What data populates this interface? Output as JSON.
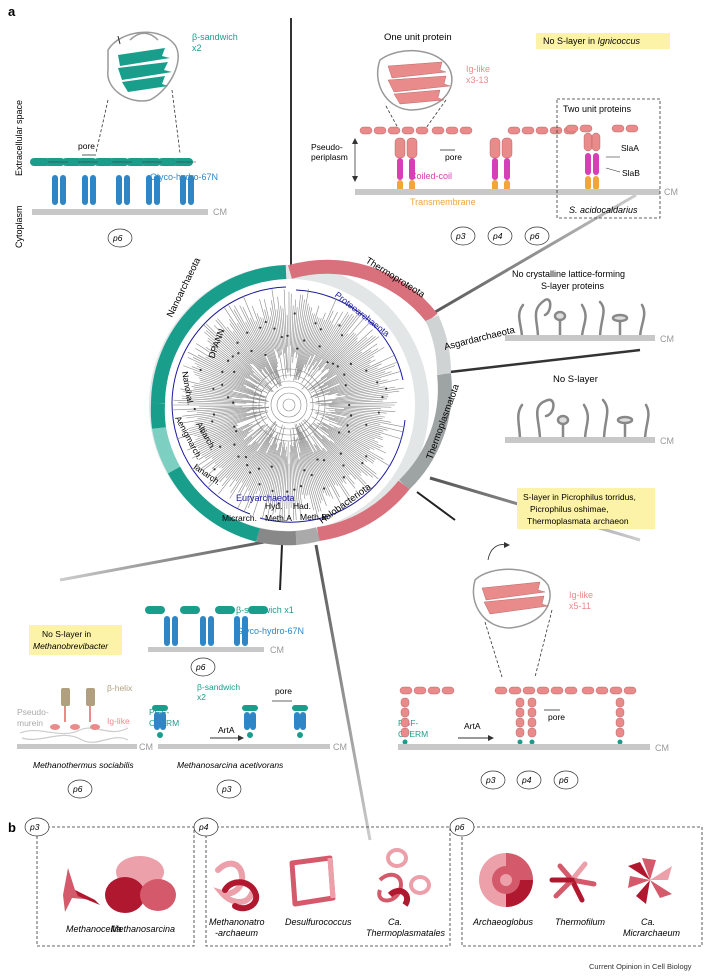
{
  "panel_a": {
    "label": "a",
    "top_left": {
      "fold": "β-sandwich",
      "fold_count": "x2",
      "extracellular": "Extracellular space",
      "cytoplasm": "Cytoplasm",
      "pore": "pore",
      "domain": "Glyco-hydro-67N",
      "membrane": "CM",
      "symmetry": "p6"
    },
    "top_right": {
      "one_unit": "One unit protein",
      "note": "No S-layer in ",
      "note_genus": "Ignicoccus",
      "fold": "Ig-like",
      "fold_count": "x3-13",
      "pseudo1": "Pseudo-",
      "pseudo2": "periplasm",
      "pore": "pore",
      "coiled": "Coiled-coil",
      "transmembrane": "Transmembrane",
      "two_unit": "Two unit proteins",
      "slaA": "SlaA",
      "slaB": "SlaB",
      "species": "S. acidocaldarius",
      "membrane": "CM",
      "sym": [
        "p3",
        "p4",
        "p6"
      ]
    },
    "asgard": {
      "line1": "No crystalline lattice-forming",
      "line2": "S-layer proteins",
      "membrane": "CM"
    },
    "thermoplasmatota": {
      "title": "No S-layer",
      "membrane": "CM",
      "note1": "S-layer in Picrophilus torridus,",
      "note2": "Picrophilus oshimae,",
      "note3": "Thermoplasmata archaeon"
    },
    "bottom_left": {
      "fold": "β-sandwich x1",
      "domain": "Glyco-hydro-67N",
      "membrane": "CM",
      "symmetry": "p6",
      "note": "No S-layer in",
      "note_genus": "Methanobrevibacter",
      "helix": "β-helix",
      "iglike": "Ig-like",
      "pseudo1": "Pseudo-",
      "pseudo2": "murein",
      "species1": "Methanothermus sociabilis",
      "sym1": "p6",
      "fold2": "β-sandwich",
      "fold2_count": "x2",
      "pore": "pore",
      "pgf1": "PGF-",
      "pgf2": "CTERM",
      "arta": "ArtA",
      "species2": "Methanosarcina acetivorans",
      "sym2": "p3"
    },
    "bottom_right": {
      "fold": "Ig-like",
      "fold_count": "x5-11",
      "pgf1": "PGF-",
      "pgf2": "CTERM",
      "arta": "ArtA",
      "pore": "pore",
      "membrane": "CM",
      "sym": [
        "p3",
        "p4",
        "p6"
      ]
    },
    "tree": {
      "clades": [
        "Nanoarchaeota",
        "Thermoproteota",
        "Asgardarchaeota",
        "Thermoplasmatota",
        "Halobacteriota",
        "Meth.B",
        "Meth.A",
        "Hyd.",
        "Had.",
        "Micrarch.",
        "Ianarch.",
        "Altiarch.",
        "Aenigmarch.",
        "Nanohal."
      ],
      "groups": [
        "DPANN",
        "Proteoarchaeota",
        "Euryarchaeota"
      ]
    }
  },
  "panel_b": {
    "label": "b",
    "boxes": [
      {
        "sym": "p3",
        "species": [
          "Methanocellia",
          "Methanosarcina"
        ]
      },
      {
        "sym": "p4",
        "species": [
          "Methanonatro",
          "-archaeum",
          "Desulfurococcus",
          "Ca.",
          "Thermoplasmatales"
        ]
      },
      {
        "sym": "p6",
        "species": [
          "Archaeoglobus",
          "Thermofilum",
          "Ca.",
          "Micrarchaeum"
        ]
      }
    ]
  },
  "credit": "Current Opinion in Cell Biology",
  "colors": {
    "teal": "#1a9e8c",
    "blue": "#2f86c7",
    "salmon": "#e98b8b",
    "magenta": "#d63fb5",
    "orange": "#f0a63a",
    "navy": "#1a1a9e",
    "membrane": "#c8c8c8",
    "note_bg": "#fdf3a8"
  }
}
